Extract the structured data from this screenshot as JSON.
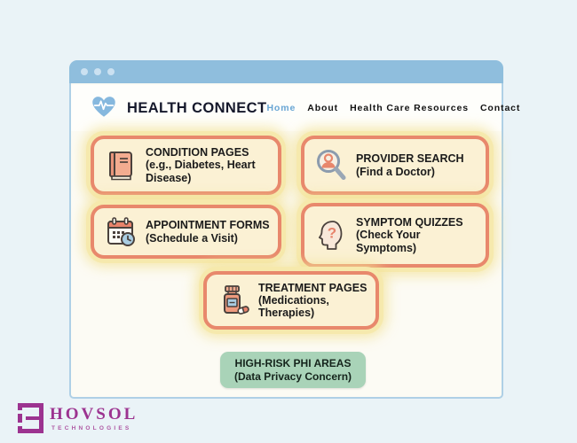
{
  "header": {
    "brand": "HEALTH CONNECT",
    "nav": [
      {
        "label": "Home",
        "active": true
      },
      {
        "label": "About",
        "active": false
      },
      {
        "label": "Health Care Resources",
        "active": false
      },
      {
        "label": "Contact",
        "active": false
      }
    ]
  },
  "cards": [
    {
      "icon": "book-icon",
      "title": "CONDITION PAGES",
      "subtitle": "(e.g., Diabetes, Heart Disease)"
    },
    {
      "icon": "doctor-search-icon",
      "title": "PROVIDER SEARCH",
      "subtitle": "(Find a Doctor)"
    },
    {
      "icon": "calendar-clock-icon",
      "title": "APPOINTMENT FORMS",
      "subtitle": "(Schedule a Visit)"
    },
    {
      "icon": "head-question-icon",
      "title": "SYMPTOM QUIZZES",
      "subtitle": "(Check Your Symptoms)"
    },
    {
      "icon": "pill-bottle-icon",
      "title": "TREATMENT PAGES",
      "subtitle": "(Medications, Therapies)"
    }
  ],
  "badge": {
    "title": "HIGH-RISK PHI AREAS",
    "subtitle": "(Data Privacy Concern)"
  },
  "footer_logo": {
    "name": "HOVSOL",
    "tagline": "TECHNOLOGIES"
  },
  "colors": {
    "page_background": "#EAF3F7",
    "titlebar_blue": "#8FBEDD",
    "card_background": "#FBF1D4",
    "card_border_salmon": "#E8886C",
    "card_glow_yellow": "#F6E9AC",
    "badge_green": "#A9D3B8",
    "active_link_blue": "#69A6D4",
    "logo_purple": "#9C3390",
    "heart_blue": "#86B8DE"
  }
}
